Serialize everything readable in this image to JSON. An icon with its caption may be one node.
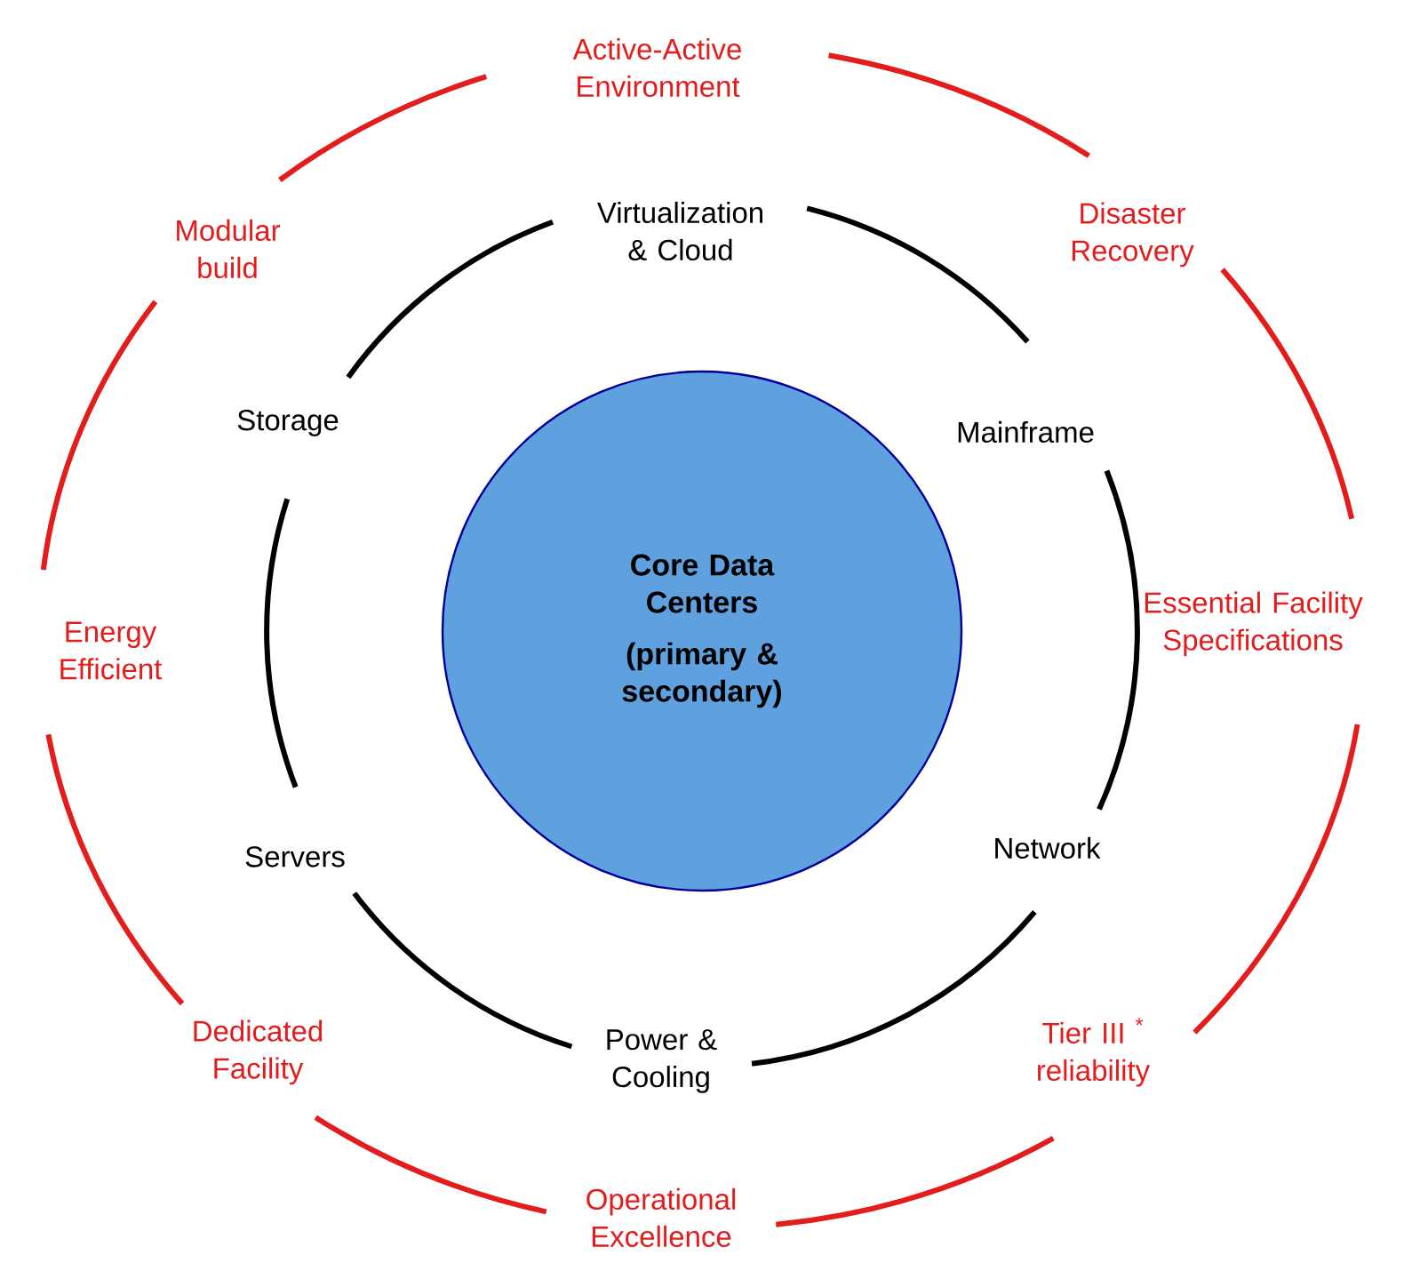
{
  "diagram": {
    "nodes": [
      {
        "text": [
          "Core Data Centers",
          "(primary & secondary)"
        ]
      }
    ],
    "labels": [
      "Active-Active Environment",
      "Modular build",
      "Virtualization & Cloud",
      "Disaster Recovery",
      "Storage",
      "Mainframe",
      "Energy Efficient",
      "Essential Facility Specifications",
      "Servers",
      "Network",
      "Dedicated Facility",
      "Power & Cooling",
      "Tier III $^{*}$ reliability",
      "Operational Excellence"
    ]
  }
}
